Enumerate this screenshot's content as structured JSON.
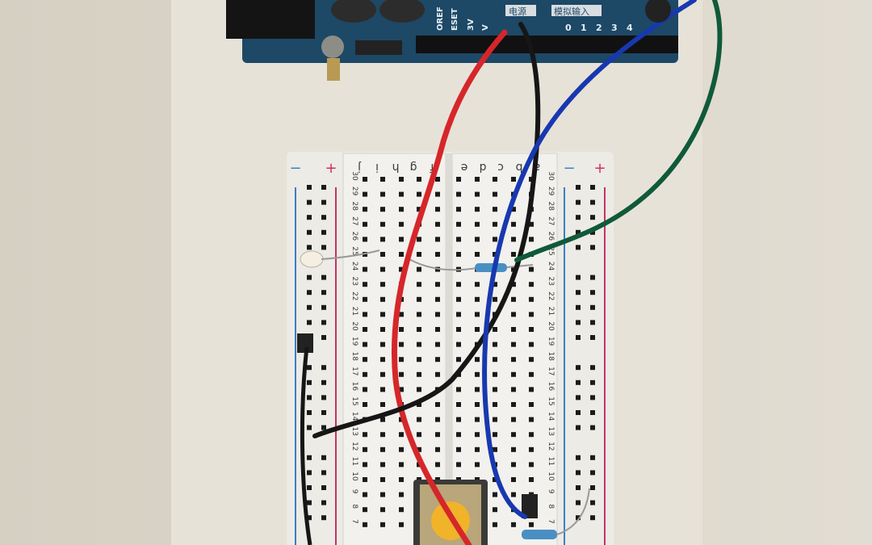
{
  "arduino": {
    "header_pins": [
      "OREF",
      "ESET",
      "3V",
      "V"
    ],
    "power_label": "电源",
    "analog_label": "模拟输入",
    "analog_pins": [
      "0",
      "1",
      "2",
      "3",
      "4"
    ],
    "board_color": "#1d4866"
  },
  "breadboard": {
    "rail_minus": "−",
    "rail_plus": "+",
    "left_columns": [
      "j",
      "i",
      "h",
      "g",
      "f"
    ],
    "right_columns": [
      "e",
      "d",
      "c",
      "b",
      "a"
    ],
    "rows": [
      "30",
      "29",
      "28",
      "27",
      "26",
      "25",
      "24",
      "23",
      "22",
      "21",
      "20",
      "19",
      "18",
      "17",
      "16",
      "15",
      "14",
      "13",
      "12",
      "11",
      "10",
      "9",
      "8",
      "7"
    ]
  },
  "wires": {
    "red": "#d6262a",
    "black": "#161616",
    "blue": "#1838b0",
    "green": "#0f5a3a"
  }
}
